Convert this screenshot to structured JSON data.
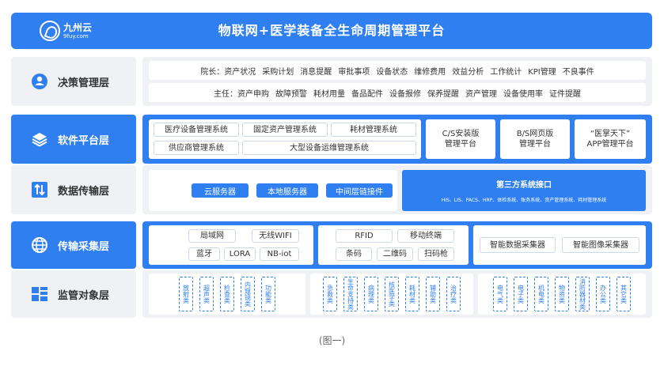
{
  "header": {
    "logo_cn": "九州云",
    "logo_en": "9fuy.com",
    "title": "物联网+医学装备全生命周期管理平台"
  },
  "layers": {
    "decision": {
      "label": "决策管理层",
      "icon": "person-icon",
      "row1": [
        "院长：资产状况",
        "采购计划",
        "消息提醒",
        "审批事项",
        "设备状态",
        "维修费用",
        "效益分析",
        "工作统计",
        "KPI管理",
        "不良事件"
      ],
      "row2": [
        "主任：资产申购",
        "故障预警",
        "耗材用量",
        "备品配件",
        "设备报修",
        "保养提醒",
        "资产管理",
        "设备使用率",
        "证件提醒"
      ]
    },
    "software": {
      "label": "软件平台层",
      "icon": "layers-icon",
      "left": {
        "medical_device": "医疗设备管理系统",
        "fixed_asset": "固定资产管理系统",
        "consumables": "耗材管理系统",
        "supplier": "供应商管理系统",
        "large_equipment": "大型设备运维管理系统"
      },
      "cs": "C/S安装版\n管理平台",
      "bs": "B/S网页版\n管理平台",
      "app": "“医掌天下”\nAPP管理平台"
    },
    "transmission": {
      "label": "数据传输层",
      "icon": "transfer-icon",
      "cloud": "云服务器",
      "local": "本地服务器",
      "middleware": "中间层链接件",
      "third_title": "第三方系统接口",
      "third_sub": "HIS、LIS、PACS、HRP、体检系统、账务系统、资产管理系统、耗材管理系统"
    },
    "collection": {
      "label": "传输采集层",
      "icon": "globe-icon",
      "net": [
        "局域网",
        "无线WIFI",
        "蓝牙",
        "LORA",
        "NB-iot"
      ],
      "rfid": "RFID",
      "mobile": "移动终端",
      "barcode": "条码",
      "qrcode": "二维码",
      "scanner": "扫码枪",
      "data_collector": "智能数据采集器",
      "image_collector": "智能图像采集器"
    },
    "monitor": {
      "label": "监管对象层",
      "icon": "grid-icon",
      "group1": [
        "放射类",
        "超声类",
        "检查类",
        "内窥镜类",
        "功能类"
      ],
      "group2": [
        "急救类",
        "生命支持类",
        "病理类",
        "核医学类",
        "耗材类",
        "辅助类",
        "治疗类"
      ],
      "group3": [
        "电气类",
        "电子类",
        "机电类",
        "物资类",
        "消防器材类",
        "办公类",
        "其它类"
      ]
    }
  },
  "caption": "(图一)",
  "colors": {
    "brand_blue": "#2f7ff0",
    "panel_gray": "#eff1f4"
  }
}
